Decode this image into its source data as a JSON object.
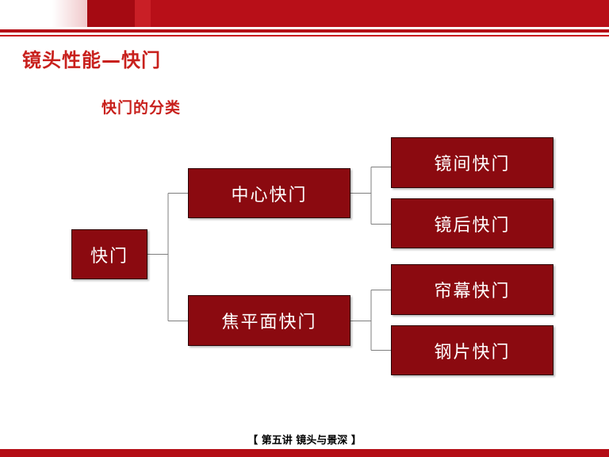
{
  "slide": {
    "title": "镜头性能—快门",
    "subtitle": "快门的分类"
  },
  "diagram": {
    "root": "快门",
    "branches": [
      {
        "label": "中心快门",
        "children": [
          "镜间快门",
          "镜后快门"
        ]
      },
      {
        "label": "焦平面快门",
        "children": [
          "帘幕快门",
          "钢片快门"
        ]
      }
    ]
  },
  "footer": {
    "text": "【  第五讲  镜头与景深  】"
  },
  "colors": {
    "node_fill": "#8b0a10",
    "title_red": "#c8201c",
    "banner_red": "#b40d16",
    "connector": "#7f7f7f"
  }
}
